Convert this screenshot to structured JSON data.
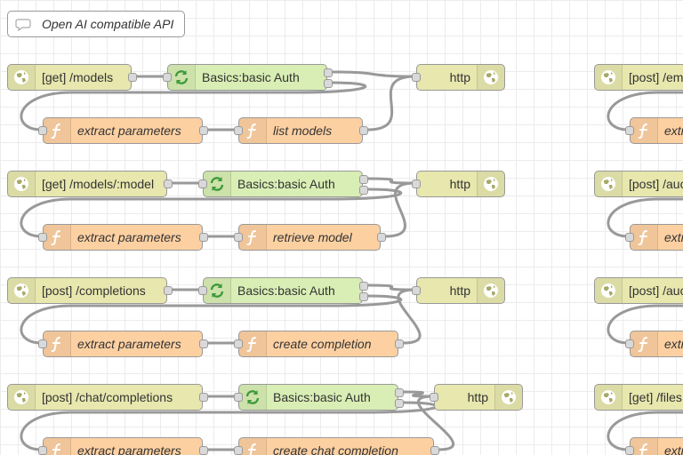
{
  "comment": {
    "label": "Open AI compatible API"
  },
  "colors": {
    "http": "#e7e7ae",
    "auth": "#d8eeb4",
    "function": "#fdd0a2",
    "wire": "#999999",
    "auth_icon": "#3b9a3a"
  },
  "icons": {
    "http_in": "globe-icon",
    "http_response": "globe-icon",
    "auth": "refresh-arrows-icon",
    "function": "function-icon",
    "comment": "speech-bubble-icon"
  },
  "flows": [
    {
      "endpoint": "[get] /models",
      "auth": "Basics:basic Auth",
      "response": "http",
      "extract": "extract parameters",
      "handler": "list models"
    },
    {
      "endpoint": "[get] /models/:model",
      "auth": "Basics:basic Auth",
      "response": "http",
      "extract": "extract parameters",
      "handler": "retrieve model"
    },
    {
      "endpoint": "[post] /completions",
      "auth": "Basics:basic Auth",
      "response": "http",
      "extract": "extract parameters",
      "handler": "create completion"
    },
    {
      "endpoint": "[post] /chat/completions",
      "auth": "Basics:basic Auth",
      "response": "http",
      "extract": "extract parameters",
      "handler": "create chat completion"
    }
  ],
  "right_column": [
    {
      "endpoint": "[post] /em",
      "handler": "extr"
    },
    {
      "endpoint": "[post] /auc",
      "handler": "extr"
    },
    {
      "endpoint": "[post] /auc",
      "handler": "extr"
    },
    {
      "endpoint": "[get] /files",
      "handler": "extr"
    }
  ]
}
